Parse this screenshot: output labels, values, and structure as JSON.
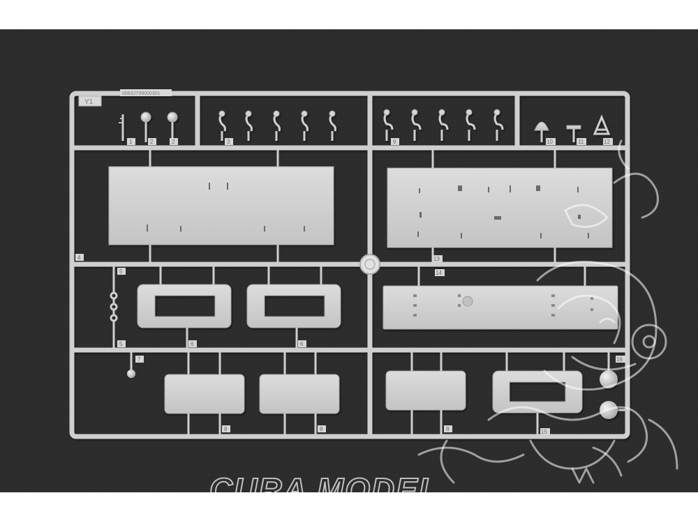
{
  "sprue": {
    "letter": "Y1",
    "code": "00632739000301",
    "part_numbers": [
      "1",
      "2",
      "3",
      "4",
      "5",
      "6",
      "7",
      "8",
      "9",
      "10",
      "11",
      "12",
      "13",
      "14",
      "15",
      "16"
    ]
  },
  "watermark": {
    "text": "CURA MODEL"
  },
  "colors": {
    "background": "#2a2a2a",
    "plastic": "#d2d2d2",
    "plastic_shadow": "#9a9a9a",
    "watermark": "#ffffff"
  }
}
